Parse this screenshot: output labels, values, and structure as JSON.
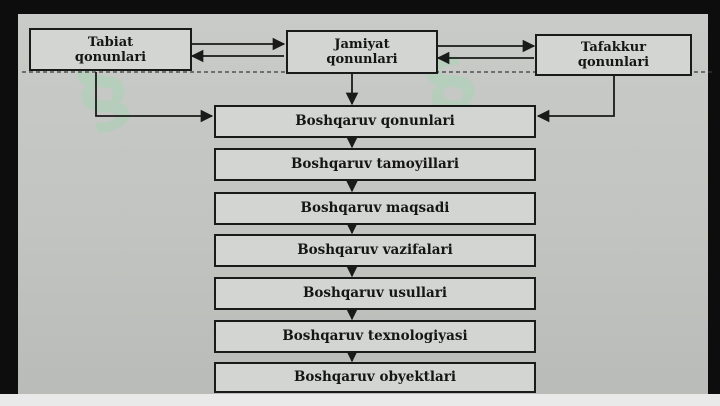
{
  "top_boxes": [
    {
      "id": "tabiat",
      "label": "Tabiat\nqonunlari"
    },
    {
      "id": "jamiyat",
      "label": "Jamiyat\nqonunlari"
    },
    {
      "id": "tafakkur",
      "label": "Tafakkur\nqonunlari"
    }
  ],
  "chain": [
    {
      "label": "Boshqaruv qonunlari"
    },
    {
      "label": "Boshqaruv tamoyillari"
    },
    {
      "label": "Boshqaruv maqsadi"
    },
    {
      "label": "Boshqaruv vazifalari"
    },
    {
      "label": "Boshqaruv usullari"
    },
    {
      "label": "Boshqaruv texnologiyasi"
    },
    {
      "label": "Boshqaruv obyektlari"
    }
  ]
}
